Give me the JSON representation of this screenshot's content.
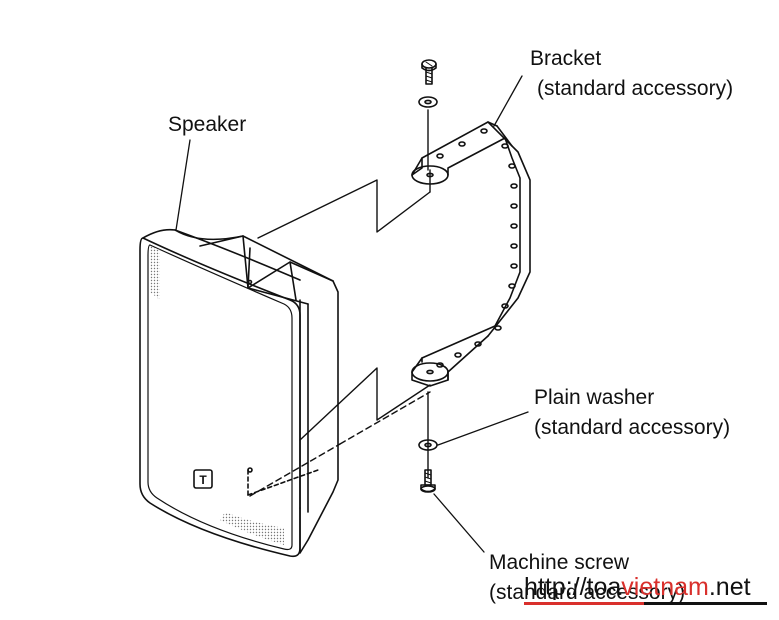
{
  "labels": {
    "speaker": "Speaker",
    "bracket": "Bracket",
    "bracket_note": "(standard accessory)",
    "plain_washer": "Plain washer",
    "plain_washer_note": "(standard accessory)",
    "machine_screw": "Machine screw",
    "machine_screw_note": "(standard accessory)"
  },
  "logo_mark": "T",
  "watermark": {
    "part1": "http://toa",
    "part2": "vietnam",
    "part3": ".net",
    "colors": {
      "dark": "#111111",
      "red": "#d9302c"
    }
  }
}
